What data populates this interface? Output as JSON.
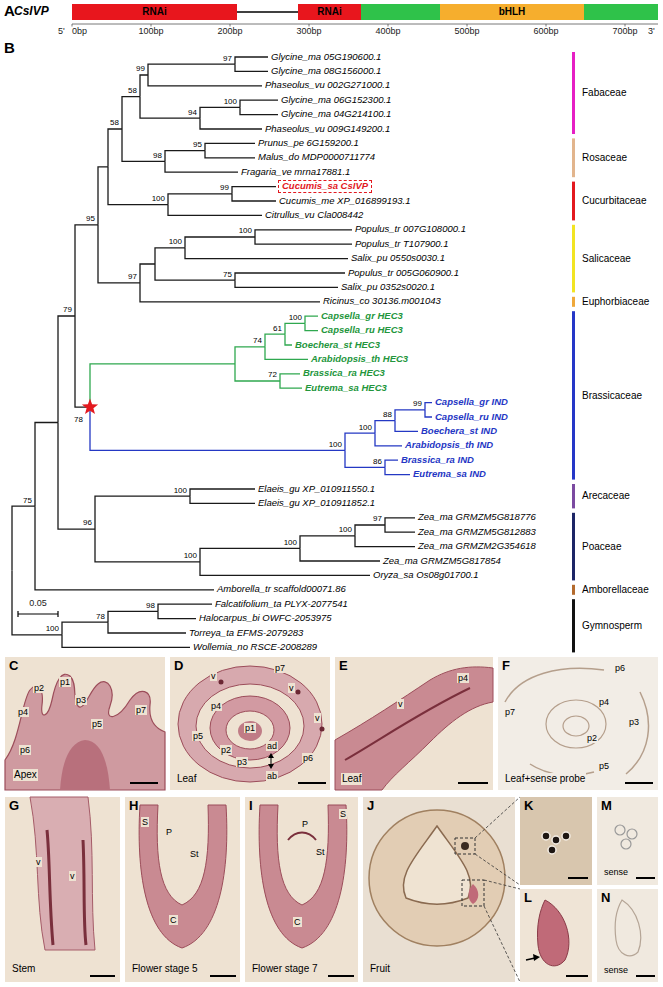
{
  "diagram": {
    "nodes": [
      {
        "text": [
          "CsIVP"
        ]
      },
      {
        "text": [
          "RNAi"
        ],
        "in": 0
      },
      {
        "text": [
          "RNAi"
        ],
        "in": 0
      },
      {
        "text": [
          "bHLH"
        ],
        "in": 0
      },
      {
        "text": [
          "Cucumis_sa CsIVP"
        ]
      },
      {
        "text": [
          "C",
          "p2",
          "p1",
          "p3",
          "p4",
          "p5",
          "p6",
          "p7",
          "Apex"
        ]
      },
      {
        "text": [
          "D",
          "v",
          "p7",
          "v",
          "v",
          "p4",
          "p1",
          "p5",
          "p2",
          "p3",
          "ad",
          "ab",
          "p6",
          "Leaf"
        ]
      },
      {
        "text": [
          "E",
          "p4",
          "v",
          "Leaf"
        ]
      },
      {
        "text": [
          "F",
          "p6",
          "p7",
          "p4",
          "p3",
          "p2",
          "p5",
          "Leaf+sense probe"
        ]
      },
      {
        "text": [
          "G",
          "v",
          "v",
          "Stem"
        ]
      },
      {
        "text": [
          "H",
          "S",
          "P",
          "St",
          "C",
          "Flower stage 5"
        ]
      },
      {
        "text": [
          "I",
          "S",
          "P",
          "St",
          "C",
          "Flower stage 7"
        ]
      },
      {
        "text": [
          "J",
          "Fruit"
        ]
      },
      {
        "text": [
          "K"
        ]
      },
      {
        "text": [
          "L"
        ]
      },
      {
        "text": [
          "M",
          "sense"
        ]
      },
      {
        "text": [
          "N",
          "sense"
        ]
      }
    ],
    "labels": [
      "A",
      "5'",
      "0bp",
      "100bp",
      "200bp",
      "300bp",
      "400bp",
      "500bp",
      "600bp",
      "700bp",
      "3'",
      "B",
      "Glycine_ma 05G190600.1",
      "Glycine_ma 08G156000.1",
      "Phaseolus_vu 002G271000.1",
      "Glycine_ma 06G152300.1",
      "Glycine_ma 04G214100.1",
      "Phaseolus_vu 009G149200.1",
      "Prunus_pe 6G159200.1",
      "Malus_do MDP0000711774",
      "Fragaria_ve mrna17881.1",
      "Cucumis_me XP_016899193.1",
      "Citrullus_vu Cla008442",
      "Populus_tr 007G108000.1",
      "Populus_tr T107900.1",
      "Salix_pu 0550s0030.1",
      "Populus_tr 005G060900.1",
      "Salix_pu 0352s0020.1",
      "Ricinus_co 30136.m001043",
      "Capsella_gr HEC3",
      "Capsella_ru HEC3",
      "Boechera_st HEC3",
      "Arabidopsis_th HEC3",
      "Brassica_ra HEC3",
      "Eutrema_sa HEC3",
      "Capsella_gr IND",
      "Capsella_ru IND",
      "Boechera_st IND",
      "Arabidopsis_th IND",
      "Brassica_ra IND",
      "Eutrema_sa IND",
      "Elaeis_gu XP_010911550.1",
      "Elaeis_gu XP_010911852.1",
      "Zea_ma GRMZM5G818776",
      "Zea_ma GRMZM5G812883",
      "Zea_ma GRMZM2G354618",
      "Zea_ma GRMZM5G817854",
      "Oryza_sa Os08g01700.1",
      "Amborella_tr scaffold00071.86",
      "Falcatifolium_ta PLYX-2077541",
      "Halocarpus_bi OWFC-2053975",
      "Torreya_ta EFMS-2079283",
      "Wollemia_no RSCE-2008289",
      "97",
      "99",
      "100",
      "94",
      "58",
      "95",
      "98",
      "58",
      "99",
      "100",
      "100",
      "100",
      "75",
      "97",
      "95",
      "79",
      "78",
      "100",
      "61",
      "74",
      "72",
      "99",
      "88",
      "100",
      "86",
      "100",
      "100",
      "97",
      "100",
      "100",
      "100",
      "96",
      "75",
      "98",
      "78",
      "100",
      "Fabaceae",
      "Rosaceae",
      "Cucurbitaceae",
      "Salicaceae",
      "Euphorbiaceae",
      "Brassicaceae",
      "Arecaceae",
      "Poaceae",
      "Amborellaceae",
      "Gymnosperm",
      "0.05"
    ]
  }
}
